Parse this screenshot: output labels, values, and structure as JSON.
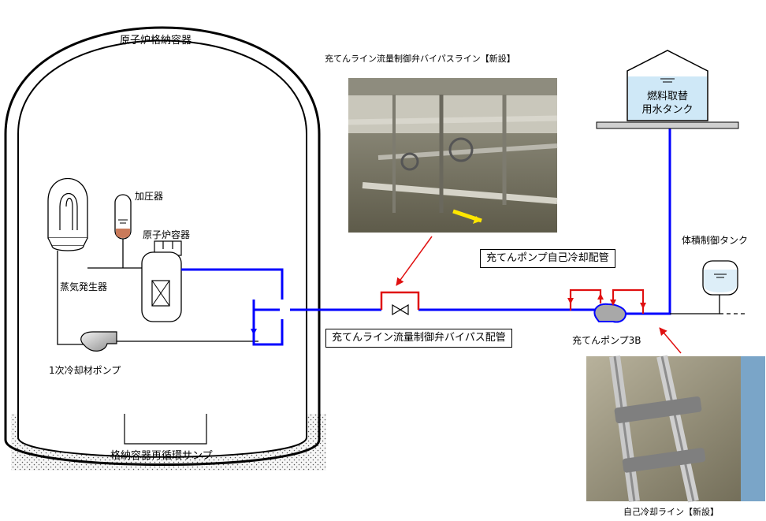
{
  "labels": {
    "containment": "原子炉格納容器",
    "pressurizer": "加圧器",
    "reactor_vessel": "原子炉容器",
    "steam_generator": "蒸気発生器",
    "primary_pump": "1次冷却材ポンプ",
    "sump": "格納容器再循環サンプ",
    "photo1_caption": "充てんライン流量制御弁バイパスライン【新設】",
    "bypass_piping": "充てんライン流量制御弁バイパス配管",
    "self_cooling_piping": "充てんポンプ自己冷却配管",
    "charging_pump": "充てんポンプ3B",
    "fuel_tank_line1": "燃料取替",
    "fuel_tank_line2": "用水タンク",
    "vct": "体積制御タンク",
    "photo2_caption": "自己冷却ライン【新設】"
  },
  "colors": {
    "new_line": "#0000ff",
    "new_equipment": "#ff0000",
    "existing_line": "#000000"
  }
}
